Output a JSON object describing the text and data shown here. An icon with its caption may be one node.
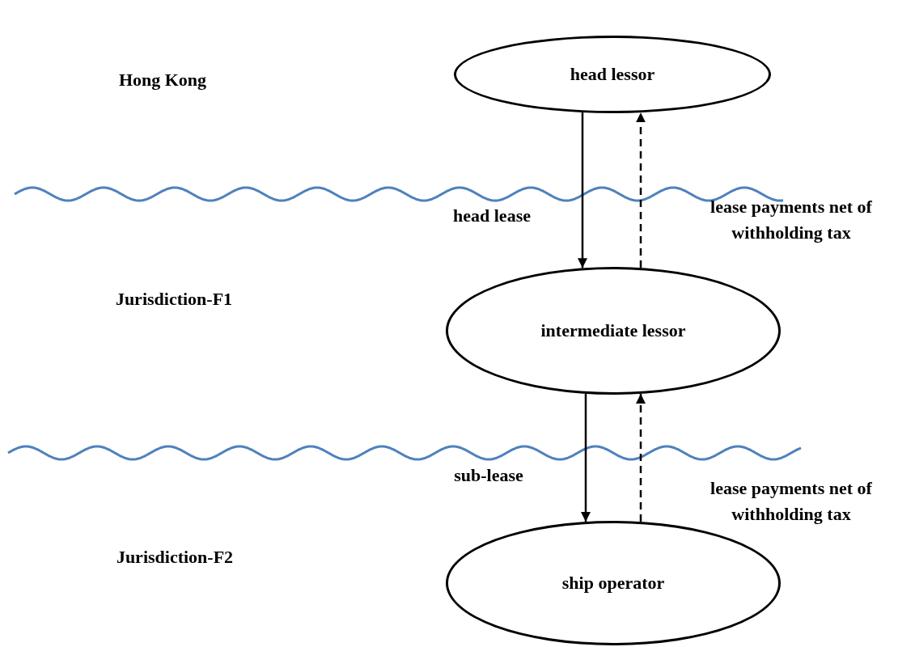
{
  "diagram": {
    "nodes": [
      {
        "text": [
          "head lessor"
        ]
      },
      {
        "text": [
          "intermediate lessor"
        ]
      },
      {
        "text": [
          "ship operator"
        ]
      }
    ],
    "edges": [
      {
        "from": 0,
        "to": 1,
        "arrow": "to",
        "label": "head lease"
      },
      {
        "from": 1,
        "to": 0,
        "arrow": "to",
        "style": "dashed",
        "label": "lease payments net of withholding tax"
      },
      {
        "from": 1,
        "to": 2,
        "arrow": "to",
        "label": "sub-lease"
      },
      {
        "from": 2,
        "to": 1,
        "arrow": "to",
        "style": "dashed",
        "label": "lease payments net of withholding tax"
      }
    ],
    "labels": [
      "Hong Kong",
      "Jurisdiction-F1",
      "Jurisdiction-F2"
    ]
  }
}
